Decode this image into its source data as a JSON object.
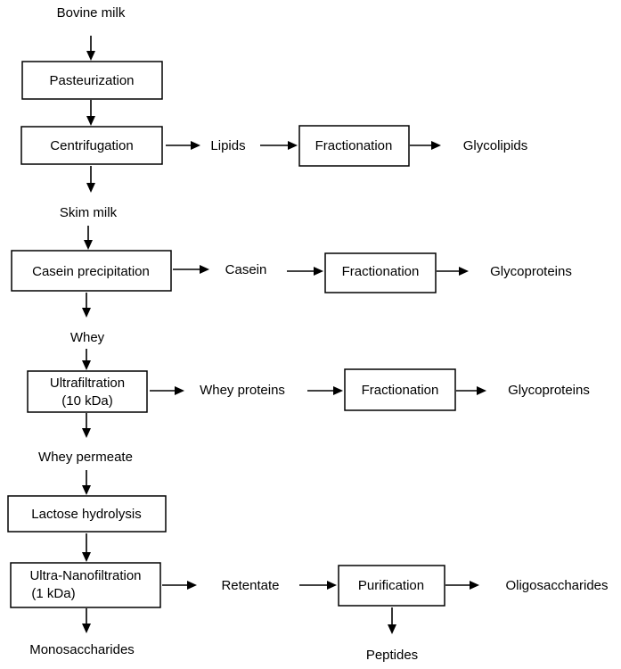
{
  "nodes": {
    "bovine_milk": "Bovine milk",
    "pasteurization": "Pasteurization",
    "centrifugation": "Centrifugation",
    "lipids": "Lipids",
    "fractionation_1": "Fractionation",
    "glycolipids": "Glycolipids",
    "skim_milk": "Skim milk",
    "casein_precipitation": "Casein precipitation",
    "casein": "Casein",
    "fractionation_2": "Fractionation",
    "glycoproteins_1": "Glycoproteins",
    "whey": "Whey",
    "ultrafiltration": "Ultrafiltration",
    "ultrafiltration_cutoff": "(10 kDa)",
    "whey_proteins": "Whey proteins",
    "fractionation_3": "Fractionation",
    "glycoproteins_2": "Glycoproteins",
    "whey_permeate": "Whey permeate",
    "lactose_hydrolysis": "Lactose hydrolysis",
    "ultra_nanofiltration": "Ultra-Nanofiltration",
    "ultra_nanofiltration_cutoff": "(1 kDa)",
    "retentate": "Retentate",
    "purification": "Purification",
    "oligosaccharides": "Oligosaccharides",
    "monosaccharides": "Monosaccharides",
    "peptides": "Peptides"
  },
  "edges": [
    [
      "bovine_milk",
      "pasteurization"
    ],
    [
      "pasteurization",
      "centrifugation"
    ],
    [
      "centrifugation",
      "lipids"
    ],
    [
      "lipids",
      "fractionation_1"
    ],
    [
      "fractionation_1",
      "glycolipids"
    ],
    [
      "centrifugation",
      "skim_milk"
    ],
    [
      "skim_milk",
      "casein_precipitation"
    ],
    [
      "casein_precipitation",
      "casein"
    ],
    [
      "casein",
      "fractionation_2"
    ],
    [
      "fractionation_2",
      "glycoproteins_1"
    ],
    [
      "casein_precipitation",
      "whey"
    ],
    [
      "whey",
      "ultrafiltration"
    ],
    [
      "ultrafiltration",
      "whey_proteins"
    ],
    [
      "whey_proteins",
      "fractionation_3"
    ],
    [
      "fractionation_3",
      "glycoproteins_2"
    ],
    [
      "ultrafiltration",
      "whey_permeate"
    ],
    [
      "whey_permeate",
      "lactose_hydrolysis"
    ],
    [
      "lactose_hydrolysis",
      "ultra_nanofiltration"
    ],
    [
      "ultra_nanofiltration",
      "retentate"
    ],
    [
      "retentate",
      "purification"
    ],
    [
      "purification",
      "oligosaccharides"
    ],
    [
      "ultra_nanofiltration",
      "monosaccharides"
    ],
    [
      "purification",
      "peptides"
    ]
  ]
}
